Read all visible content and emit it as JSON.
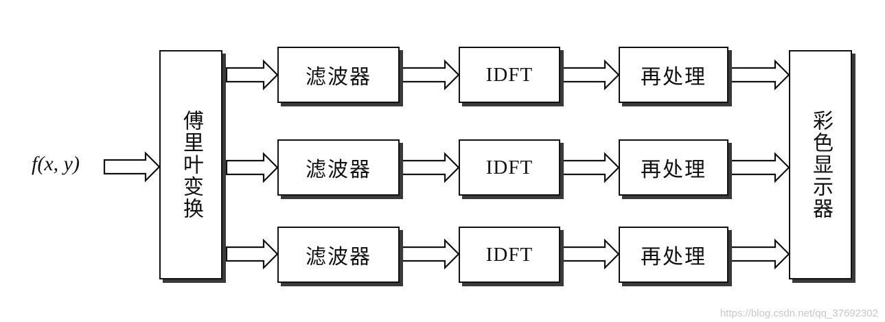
{
  "input_label": "f(x, y)",
  "fourier_block": "傅里叶变换",
  "filter_label": "滤波器",
  "idft_label": "IDFT",
  "post_label": "再处理",
  "display_block": "彩色显示器",
  "watermark": "https://blog.csdn.net/qq_37692302"
}
